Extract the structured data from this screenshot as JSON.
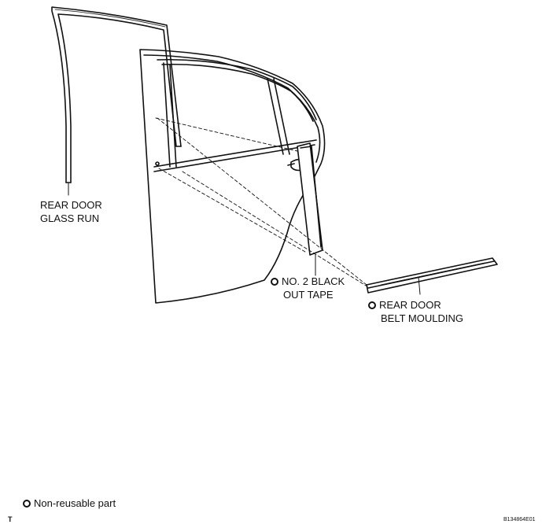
{
  "labels": {
    "glass_run_line1": "REAR DOOR",
    "glass_run_line2": "GLASS RUN",
    "black_out_line1": "NO. 2 BLACK",
    "black_out_line2": "OUT TAPE",
    "belt_line1": "REAR DOOR",
    "belt_line2": "BELT MOULDING"
  },
  "legend": {
    "icon": "non-reusable-part-icon",
    "text": "Non-reusable part"
  },
  "footer": {
    "left_mark": "T",
    "figure_code": "B134864E01"
  },
  "colors": {
    "line": "#111111",
    "background": "#ffffff"
  }
}
